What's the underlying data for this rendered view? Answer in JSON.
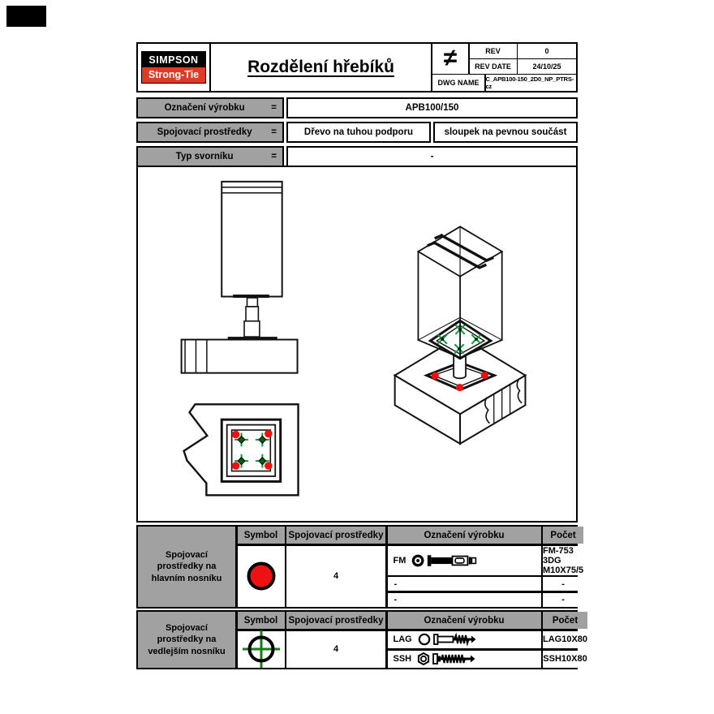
{
  "header": {
    "logo_line1": "SIMPSON",
    "logo_line2": "Strong-Tie",
    "title": "Rozdělení hřebíků",
    "not_equal_symbol": "≠",
    "rev_label": "REV",
    "rev_value": "0",
    "rev_date_label": "REV DATE",
    "rev_date_value": "24/10/25",
    "dwg_name_label": "DWG NAME",
    "dwg_name_value": "C_APB100-150_2D0_NP_PTRS-cz"
  },
  "info": {
    "rows": [
      {
        "label": "Označení výrobku",
        "eq": "=",
        "values": [
          "APB100/150"
        ]
      },
      {
        "label": "Spojovací prostředky",
        "eq": "=",
        "values": [
          "Dřevo na tuhou podporu",
          "sloupek na pevnou součást"
        ]
      },
      {
        "label": "Typ svorníku",
        "eq": "=",
        "values": [
          "-"
        ]
      }
    ]
  },
  "fastener_tables": [
    {
      "group_label": "Spojovací prostředky na hlavním nosníku",
      "headers": [
        "Symbol",
        "Spojovací prostředky",
        "Označení výrobku",
        "Počet"
      ],
      "symbol_icon": "red-circle-icon",
      "rows": [
        {
          "code": "FM",
          "icon": "fm-anchor-icon",
          "product": "FM-753 3DG M10X75/5"
        },
        {
          "code": "-",
          "icon": "",
          "product": "-"
        },
        {
          "code": "-",
          "icon": "",
          "product": "-"
        }
      ],
      "count": "4"
    },
    {
      "group_label": "Spojovací prostředky na vedlejším nosníku",
      "headers": [
        "Symbol",
        "Spojovací prostředky",
        "Označení výrobku",
        "Počet"
      ],
      "symbol_icon": "green-crosshair-icon",
      "rows": [
        {
          "code": "LAG",
          "icon": "lag-screw-icon",
          "product": "LAG10X80"
        },
        {
          "code": "SSH",
          "icon": "ssh-screw-icon",
          "product": "SSH10X80"
        }
      ],
      "count": "4"
    }
  ],
  "colors": {
    "brand_red": "#e03a26",
    "symbol_red": "#ee1111",
    "marker_green": "#00a33a",
    "symbol_green": "#157f15",
    "cell_gray": "#a1a1a1"
  }
}
